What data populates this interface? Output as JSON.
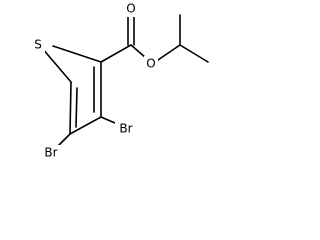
{
  "molecule": {
    "atoms": {
      "sulfur": "S",
      "oxygen_carbonyl": "O",
      "oxygen_ester": "O",
      "bromine_3": "Br",
      "bromine_4": "Br"
    }
  }
}
